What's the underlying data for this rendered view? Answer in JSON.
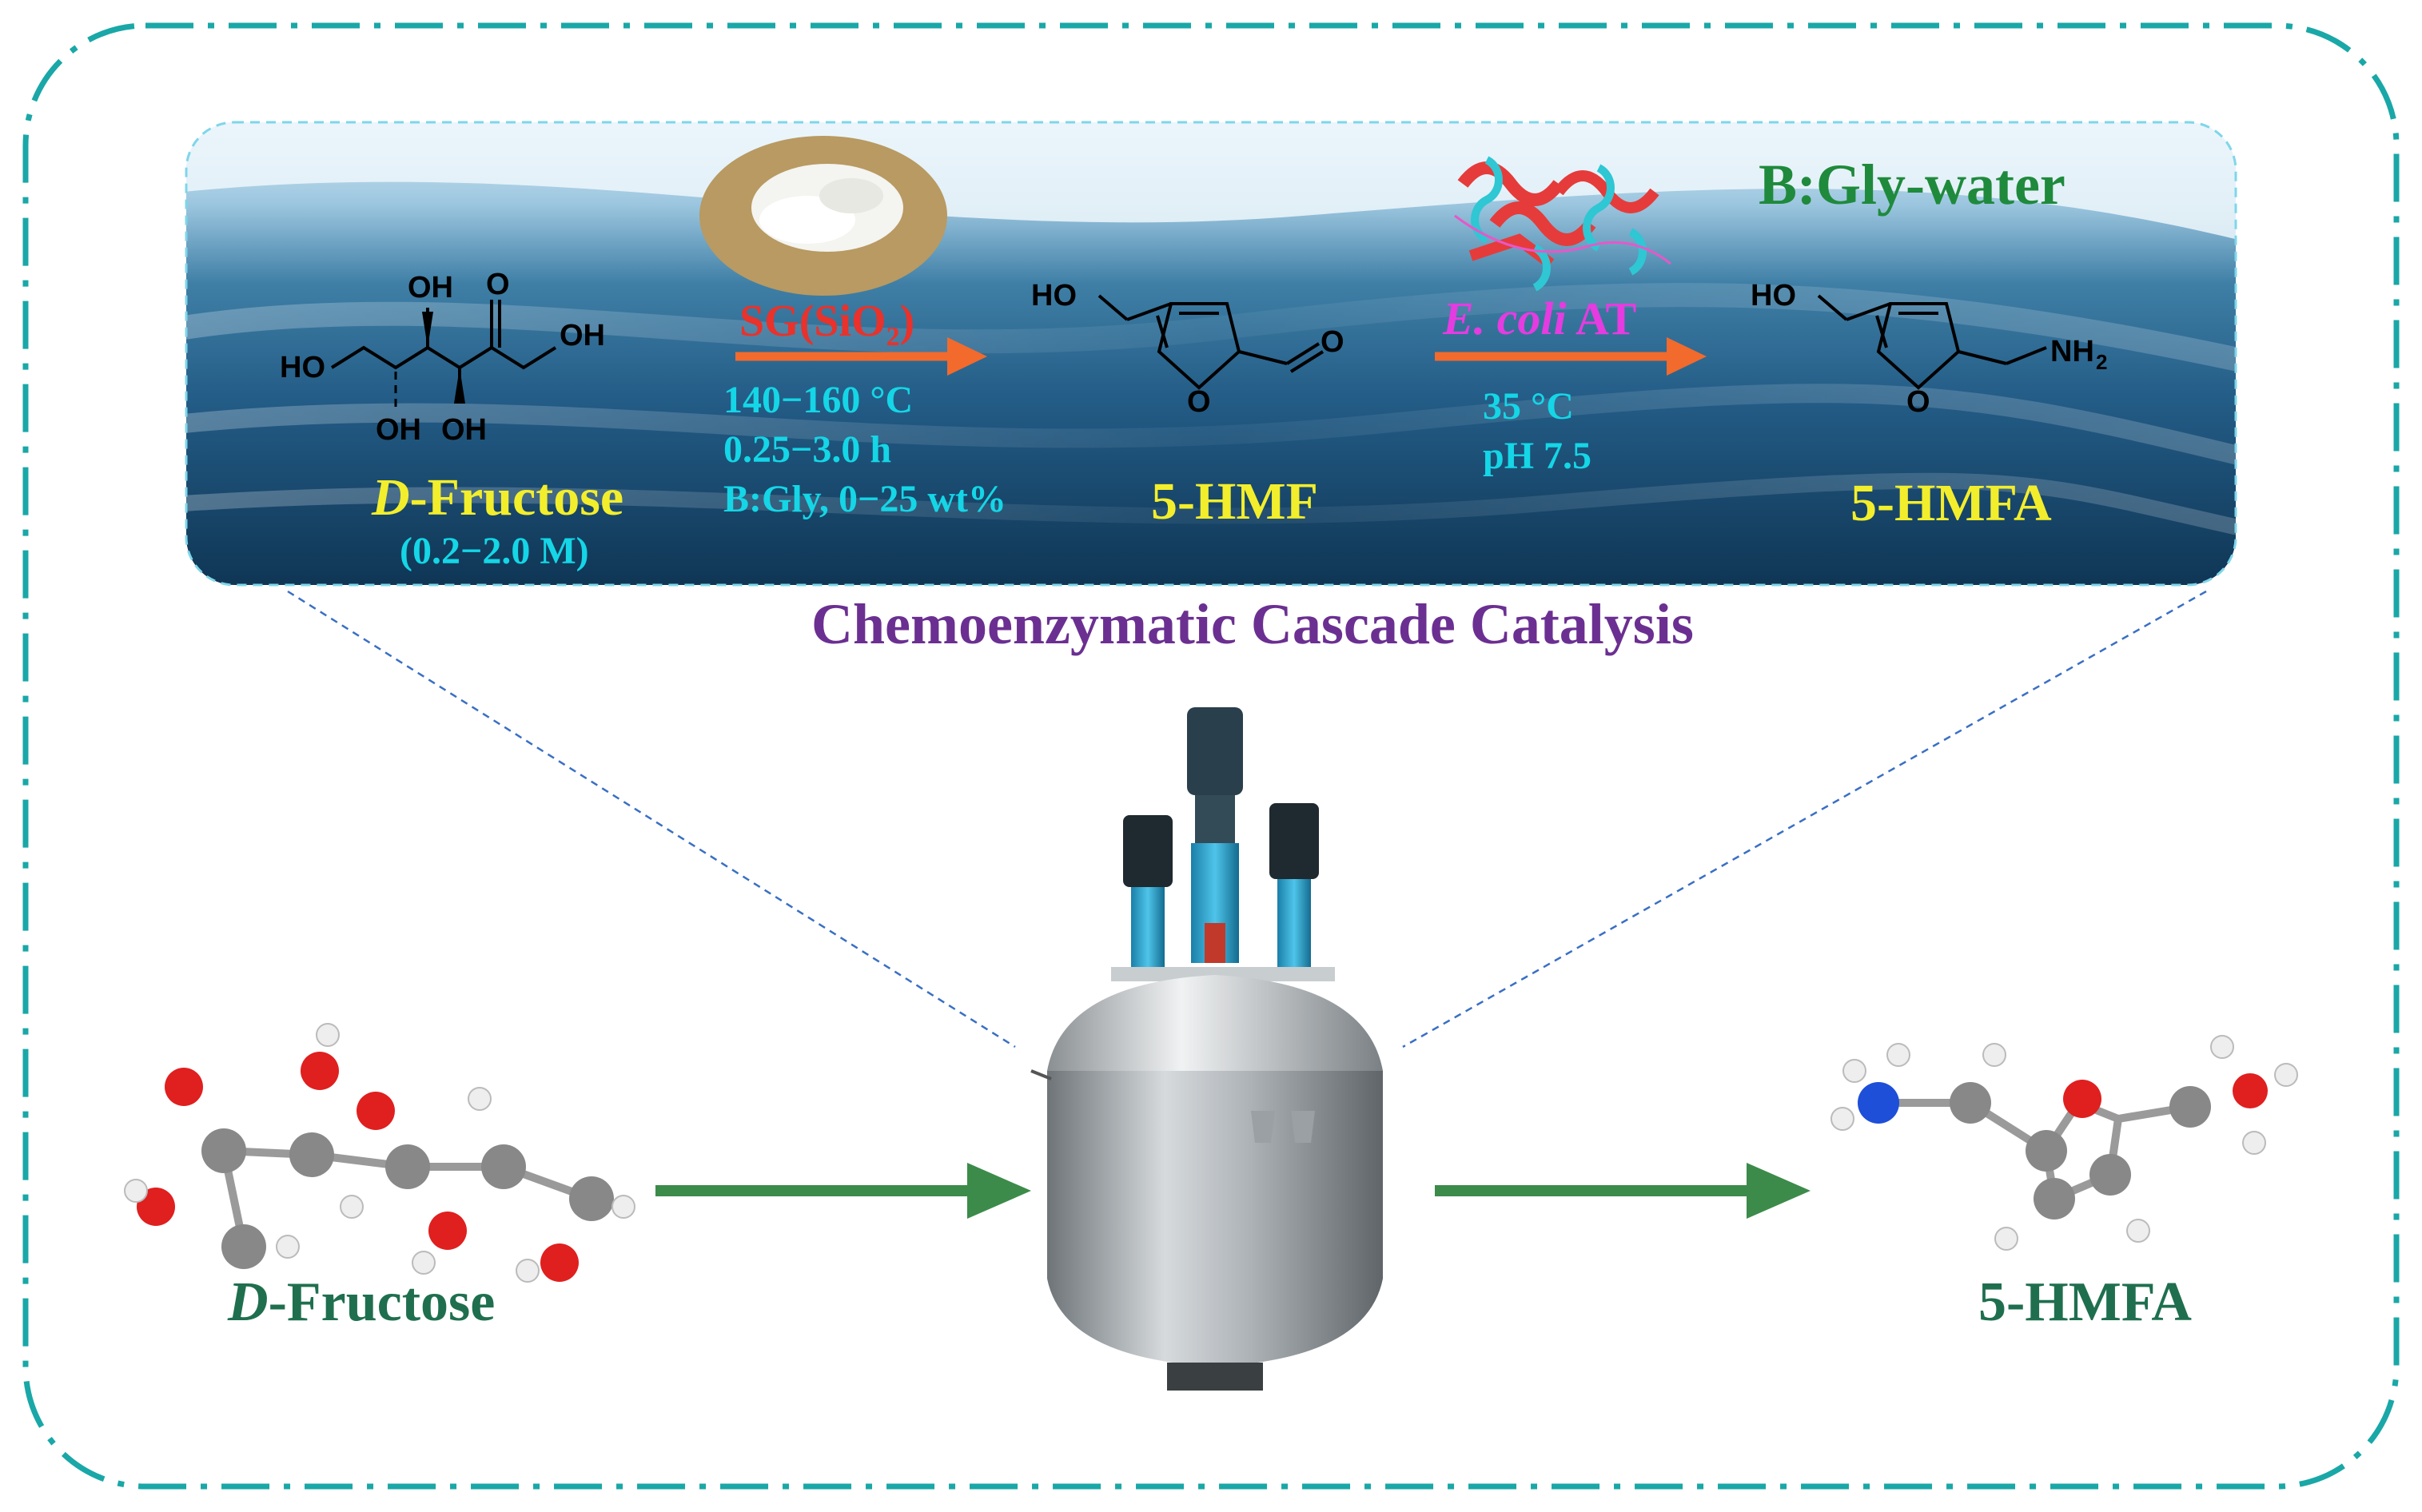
{
  "figure": {
    "title": "Chemoenzymatic Cascade Catalysis",
    "medium_label": "B:Gly-water"
  },
  "step1": {
    "catalyst": "SG(SiO",
    "catalyst_sub": "2",
    "catalyst_close": ")",
    "conditions": [
      "140−160 °C",
      "0.25−3.0 h",
      "B:Gly, 0−25 wt%"
    ]
  },
  "step2": {
    "catalyst_italic": "E. coli",
    "catalyst_rest": "AT",
    "conditions": [
      "35 °C",
      "pH 7.5"
    ]
  },
  "reactant": {
    "name_prefix": "D",
    "name_rest": "-Fructose",
    "concentration": "(0.2−2.0 M)"
  },
  "intermediate": {
    "name": "5-HMF"
  },
  "product": {
    "name": "5-HMFA"
  },
  "bottom": {
    "left_label_prefix": "D",
    "left_label_rest": "-Fructose",
    "right_label": "5-HMFA"
  },
  "colors": {
    "frame": "#1aa7a7",
    "arrow_orange": "#f26a2c",
    "arrow_green": "#3c8b4a",
    "cyan_text": "#14d6e6",
    "yellow_text": "#f3ee2c",
    "green_text": "#1f8a3c",
    "purple_text": "#6b2f91",
    "red_text": "#e8322b",
    "magenta_text": "#e43ce0"
  },
  "icons": [
    "silica-gel-photo",
    "enzyme-structure",
    "reactor-photo",
    "fructose-ball-model",
    "hmfa-ball-model"
  ]
}
